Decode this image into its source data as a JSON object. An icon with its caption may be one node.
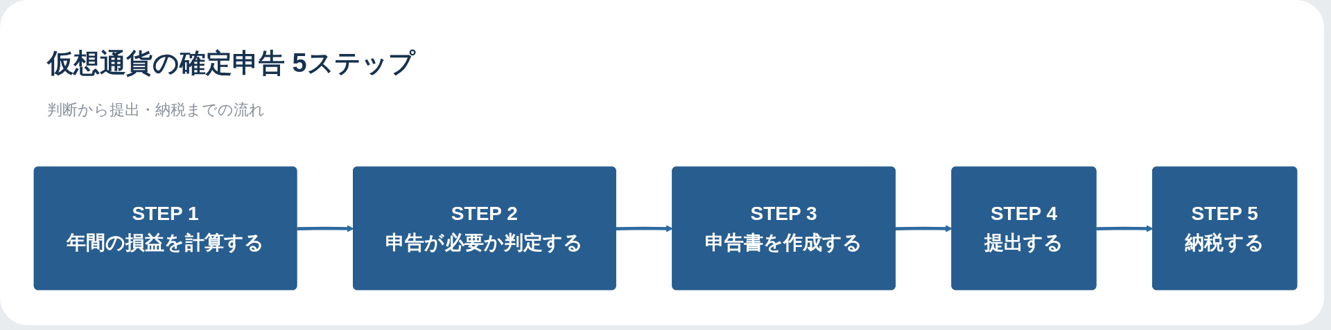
{
  "diagram": {
    "title": "仮想通貨の確定申告 5ステップ",
    "nodes": [
      {
        "text": [
          "STEP 1",
          "年間の損益を計算する"
        ]
      },
      {
        "text": [
          "STEP 2",
          "申告が必要か判定する"
        ]
      },
      {
        "text": [
          "STEP 3",
          "申告書を作成する"
        ]
      },
      {
        "text": [
          "STEP 4",
          "提出する"
        ]
      },
      {
        "text": [
          "STEP 5",
          "納税する"
        ]
      }
    ],
    "edges": [
      {
        "from": 0,
        "to": 1,
        "arrow": "to"
      },
      {
        "from": 1,
        "to": 2,
        "arrow": "to"
      },
      {
        "from": 2,
        "to": 3,
        "arrow": "to"
      },
      {
        "from": 3,
        "to": 4,
        "arrow": "to"
      }
    ],
    "labels": [
      "判断から提出・納税までの流れ"
    ]
  }
}
